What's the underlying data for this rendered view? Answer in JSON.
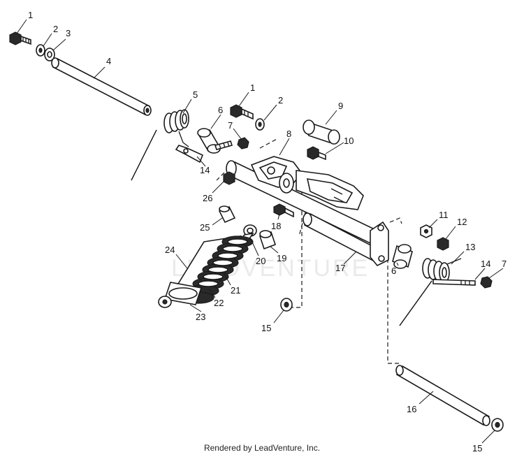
{
  "diagram": {
    "watermark": "LEADVENTURE",
    "footer": "Rendered by LeadVenture, Inc.",
    "callouts": [
      {
        "id": "c1a",
        "label": "1"
      },
      {
        "id": "c2a",
        "label": "2"
      },
      {
        "id": "c3",
        "label": "3"
      },
      {
        "id": "c4",
        "label": "4"
      },
      {
        "id": "c5",
        "label": "5"
      },
      {
        "id": "c1b",
        "label": "1"
      },
      {
        "id": "c2b",
        "label": "2"
      },
      {
        "id": "c9",
        "label": "9"
      },
      {
        "id": "c6a",
        "label": "6"
      },
      {
        "id": "c7a",
        "label": "7"
      },
      {
        "id": "c8",
        "label": "8"
      },
      {
        "id": "c10",
        "label": "10"
      },
      {
        "id": "c14a",
        "label": "14"
      },
      {
        "id": "c26",
        "label": "26"
      },
      {
        "id": "c11",
        "label": "11"
      },
      {
        "id": "c12",
        "label": "12"
      },
      {
        "id": "c13",
        "label": "13"
      },
      {
        "id": "c25",
        "label": "25"
      },
      {
        "id": "c18",
        "label": "18"
      },
      {
        "id": "c24",
        "label": "24"
      },
      {
        "id": "c20",
        "label": "20"
      },
      {
        "id": "c19",
        "label": "19"
      },
      {
        "id": "c17",
        "label": "17"
      },
      {
        "id": "c6b",
        "label": "6"
      },
      {
        "id": "c14b",
        "label": "14"
      },
      {
        "id": "c7b",
        "label": "7"
      },
      {
        "id": "c21",
        "label": "21"
      },
      {
        "id": "c22",
        "label": "22"
      },
      {
        "id": "c23",
        "label": "23"
      },
      {
        "id": "c15a",
        "label": "15"
      },
      {
        "id": "c16",
        "label": "16"
      },
      {
        "id": "c15b",
        "label": "15"
      }
    ]
  }
}
